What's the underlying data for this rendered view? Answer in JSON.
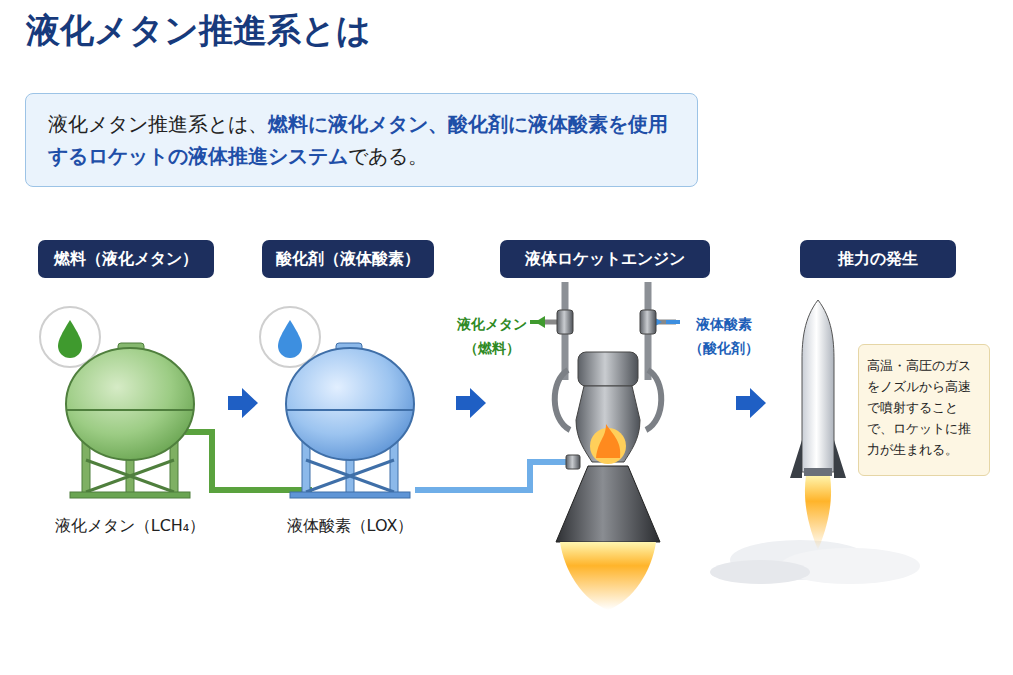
{
  "diagram": {
    "title": "液化メタン推進系とは",
    "nodes": [
      {
        "text": [
          "液化メタン推進系とは、",
          "燃料に液化メタン、酸化剤に液体酸素を使用するロケットの液体推進システム",
          "である。"
        ]
      },
      {
        "text": [
          "燃料（液化メタン）"
        ]
      },
      {
        "text": [
          "酸化剤（液体酸素）"
        ]
      },
      {
        "text": [
          "液体ロケットエンジン"
        ]
      },
      {
        "text": [
          "推力の発生"
        ]
      },
      {
        "text": [
          "高温・高圧のガスをノズルから高速で噴射することで、ロケットに推力が生まれる。"
        ]
      }
    ],
    "labels": [
      "液化メタン（LCH₄）",
      "液体酸素（LOX）",
      "液化メタン （燃料）",
      "液体酸素 （酸化剤）"
    ]
  }
}
